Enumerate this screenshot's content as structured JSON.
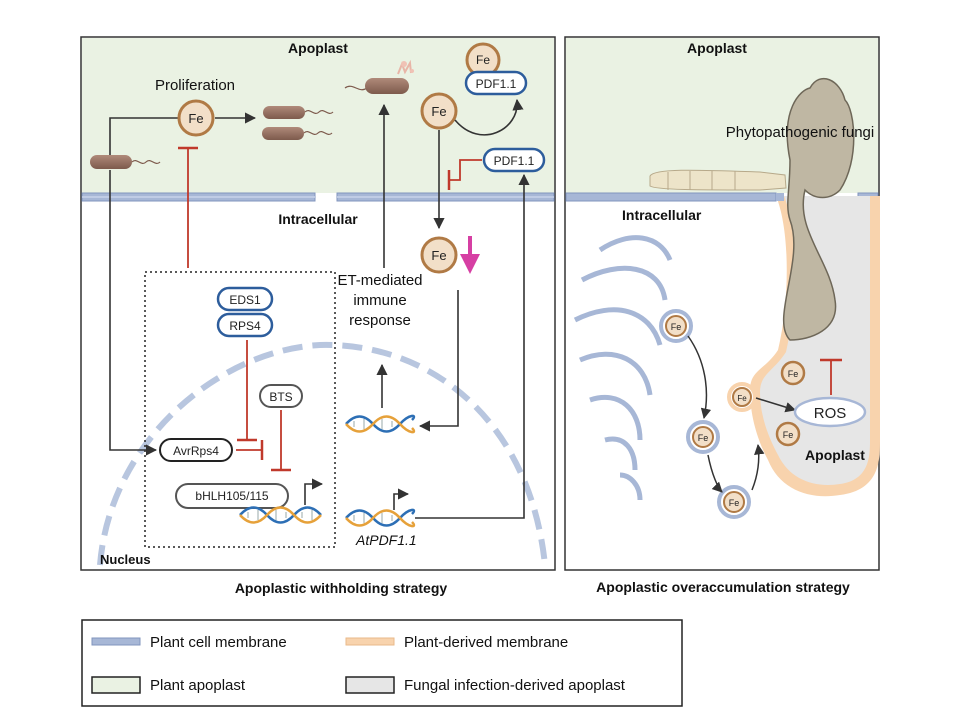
{
  "left_panel": {
    "apoplast_label": "Apoplast",
    "intracellular_label": "Intracellular",
    "nucleus_label": "Nucleus",
    "proliferation_label": "Proliferation",
    "fe_label": "Fe",
    "pdf_label": "PDF1.1",
    "eds1_label": "EDS1",
    "rps4_label": "RPS4",
    "bts_label": "BTS",
    "avrrps4_label": "AvrRps4",
    "bhlh_label": "bHLH105/115",
    "et_response_lines": [
      "ET-mediated",
      "immune",
      "response"
    ],
    "gene_label": "AtPDF1.1",
    "caption": "Apoplastic withholding strategy"
  },
  "right_panel": {
    "apoplast_label": "Apoplast",
    "intracellular_label": "Intracellular",
    "fungi_label": "Phytopathogenic fungi",
    "ros_label": "ROS",
    "inner_apoplast_label": "Apoplast",
    "fe_label": "Fe",
    "caption_pre": "Apoplastic ",
    "caption_bold": "ov",
    "caption_post": "eraccumulation strategy"
  },
  "legend": {
    "items": [
      {
        "label": "Plant cell membrane"
      },
      {
        "label": "Plant-derived membrane"
      },
      {
        "label": "Plant apoplast"
      },
      {
        "label": "Fungal infection-derived apoplast"
      }
    ]
  },
  "colors": {
    "apoplast_fill": "#eaf2e3",
    "fungal_apoplast_fill": "#e6e6e6",
    "plant_membrane": "#a7b7d6",
    "plant_derived_membrane": "#f8d3ad",
    "fe_fill": "#f2dfc8",
    "fe_stroke": "#b07a45",
    "inhibit_red": "#c0392b",
    "blue_outline": "#2d5d9c",
    "magenta_arrow": "#d63fa3"
  }
}
